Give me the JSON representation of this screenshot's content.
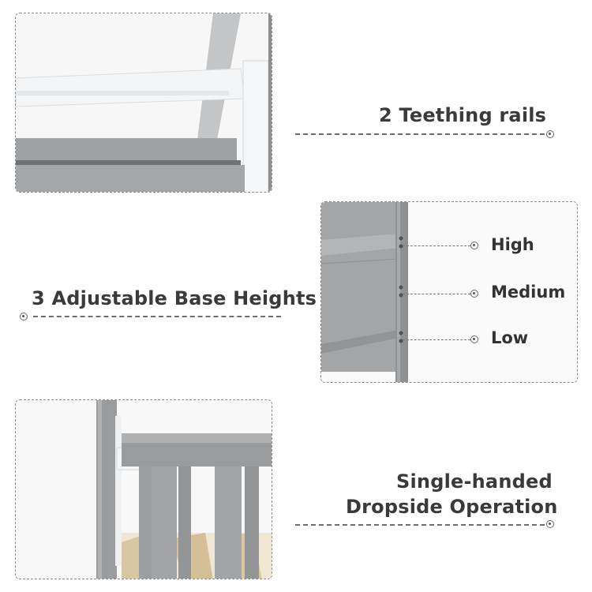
{
  "features": {
    "teething": {
      "caption": "2 Teething rails"
    },
    "heights": {
      "caption": "3 Adjustable Base Heights",
      "levels": [
        "High",
        "Medium",
        "Low"
      ]
    },
    "dropside": {
      "line1": "Single-handed",
      "line2": "Dropside Operation"
    }
  },
  "colors": {
    "frame_gray": "#9a9c9e",
    "rail_white": "#f2f4f5",
    "slat_wood": "#d9c6a3",
    "caption_text": "#3a3a3a"
  }
}
